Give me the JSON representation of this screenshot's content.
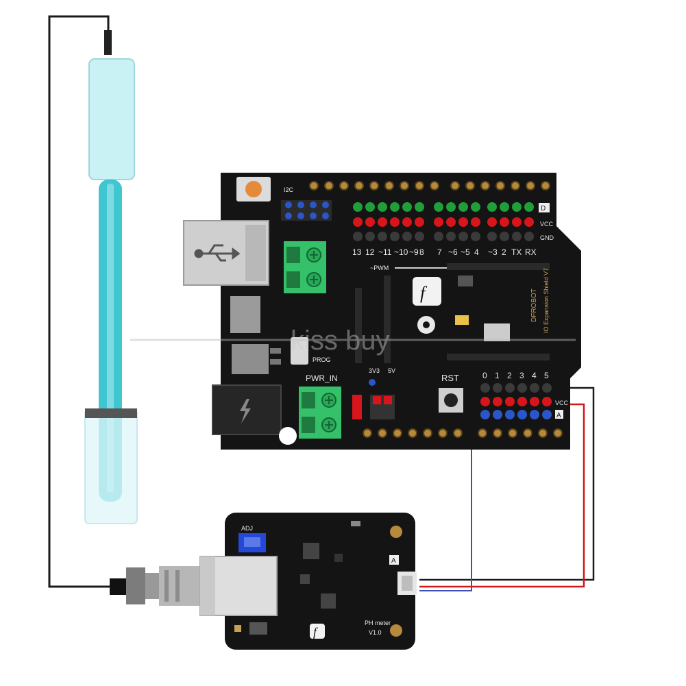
{
  "colors": {
    "board": "#141414",
    "header_green": "#1f9e3a",
    "header_red": "#d8151a",
    "header_blue": "#2b56c9",
    "terminal_green": "#35c06a",
    "probe_cyan": "#3fc6d0",
    "probe_light": "#c9f2f5",
    "wire_black": "#1a1a1a",
    "wire_red": "#d01818",
    "wire_blue": "#3f4fb0",
    "pin_gold": "#b58a3c"
  },
  "shield": {
    "i2c_label": "I2C",
    "pwm_label": "~PWM",
    "prog_label": "PROG",
    "pwr_in_label": "PWR_IN",
    "rst_label": "RST",
    "d_label": "D",
    "vcc_label": "VCC",
    "gnd_label": "GND",
    "a_label": "A",
    "vcc_side_label": "VCC",
    "v3_label": "3V3",
    "v5_label": "5V",
    "digital_pins": [
      "13",
      "12",
      "~11",
      "~10",
      "~9",
      "8",
      "7",
      "~6",
      "~5",
      "4",
      "~3",
      "2",
      "TX",
      "RX"
    ],
    "analog_pins": [
      "0",
      "1",
      "2",
      "3",
      "4",
      "5"
    ],
    "title": "IO Expansion Shield V7",
    "brand": "DFROBOT"
  },
  "sensor": {
    "adj_label": "ADJ",
    "name_label": "PH meter",
    "version_label": "V1.0",
    "a_label": "A"
  },
  "watermark": "kiss buy"
}
